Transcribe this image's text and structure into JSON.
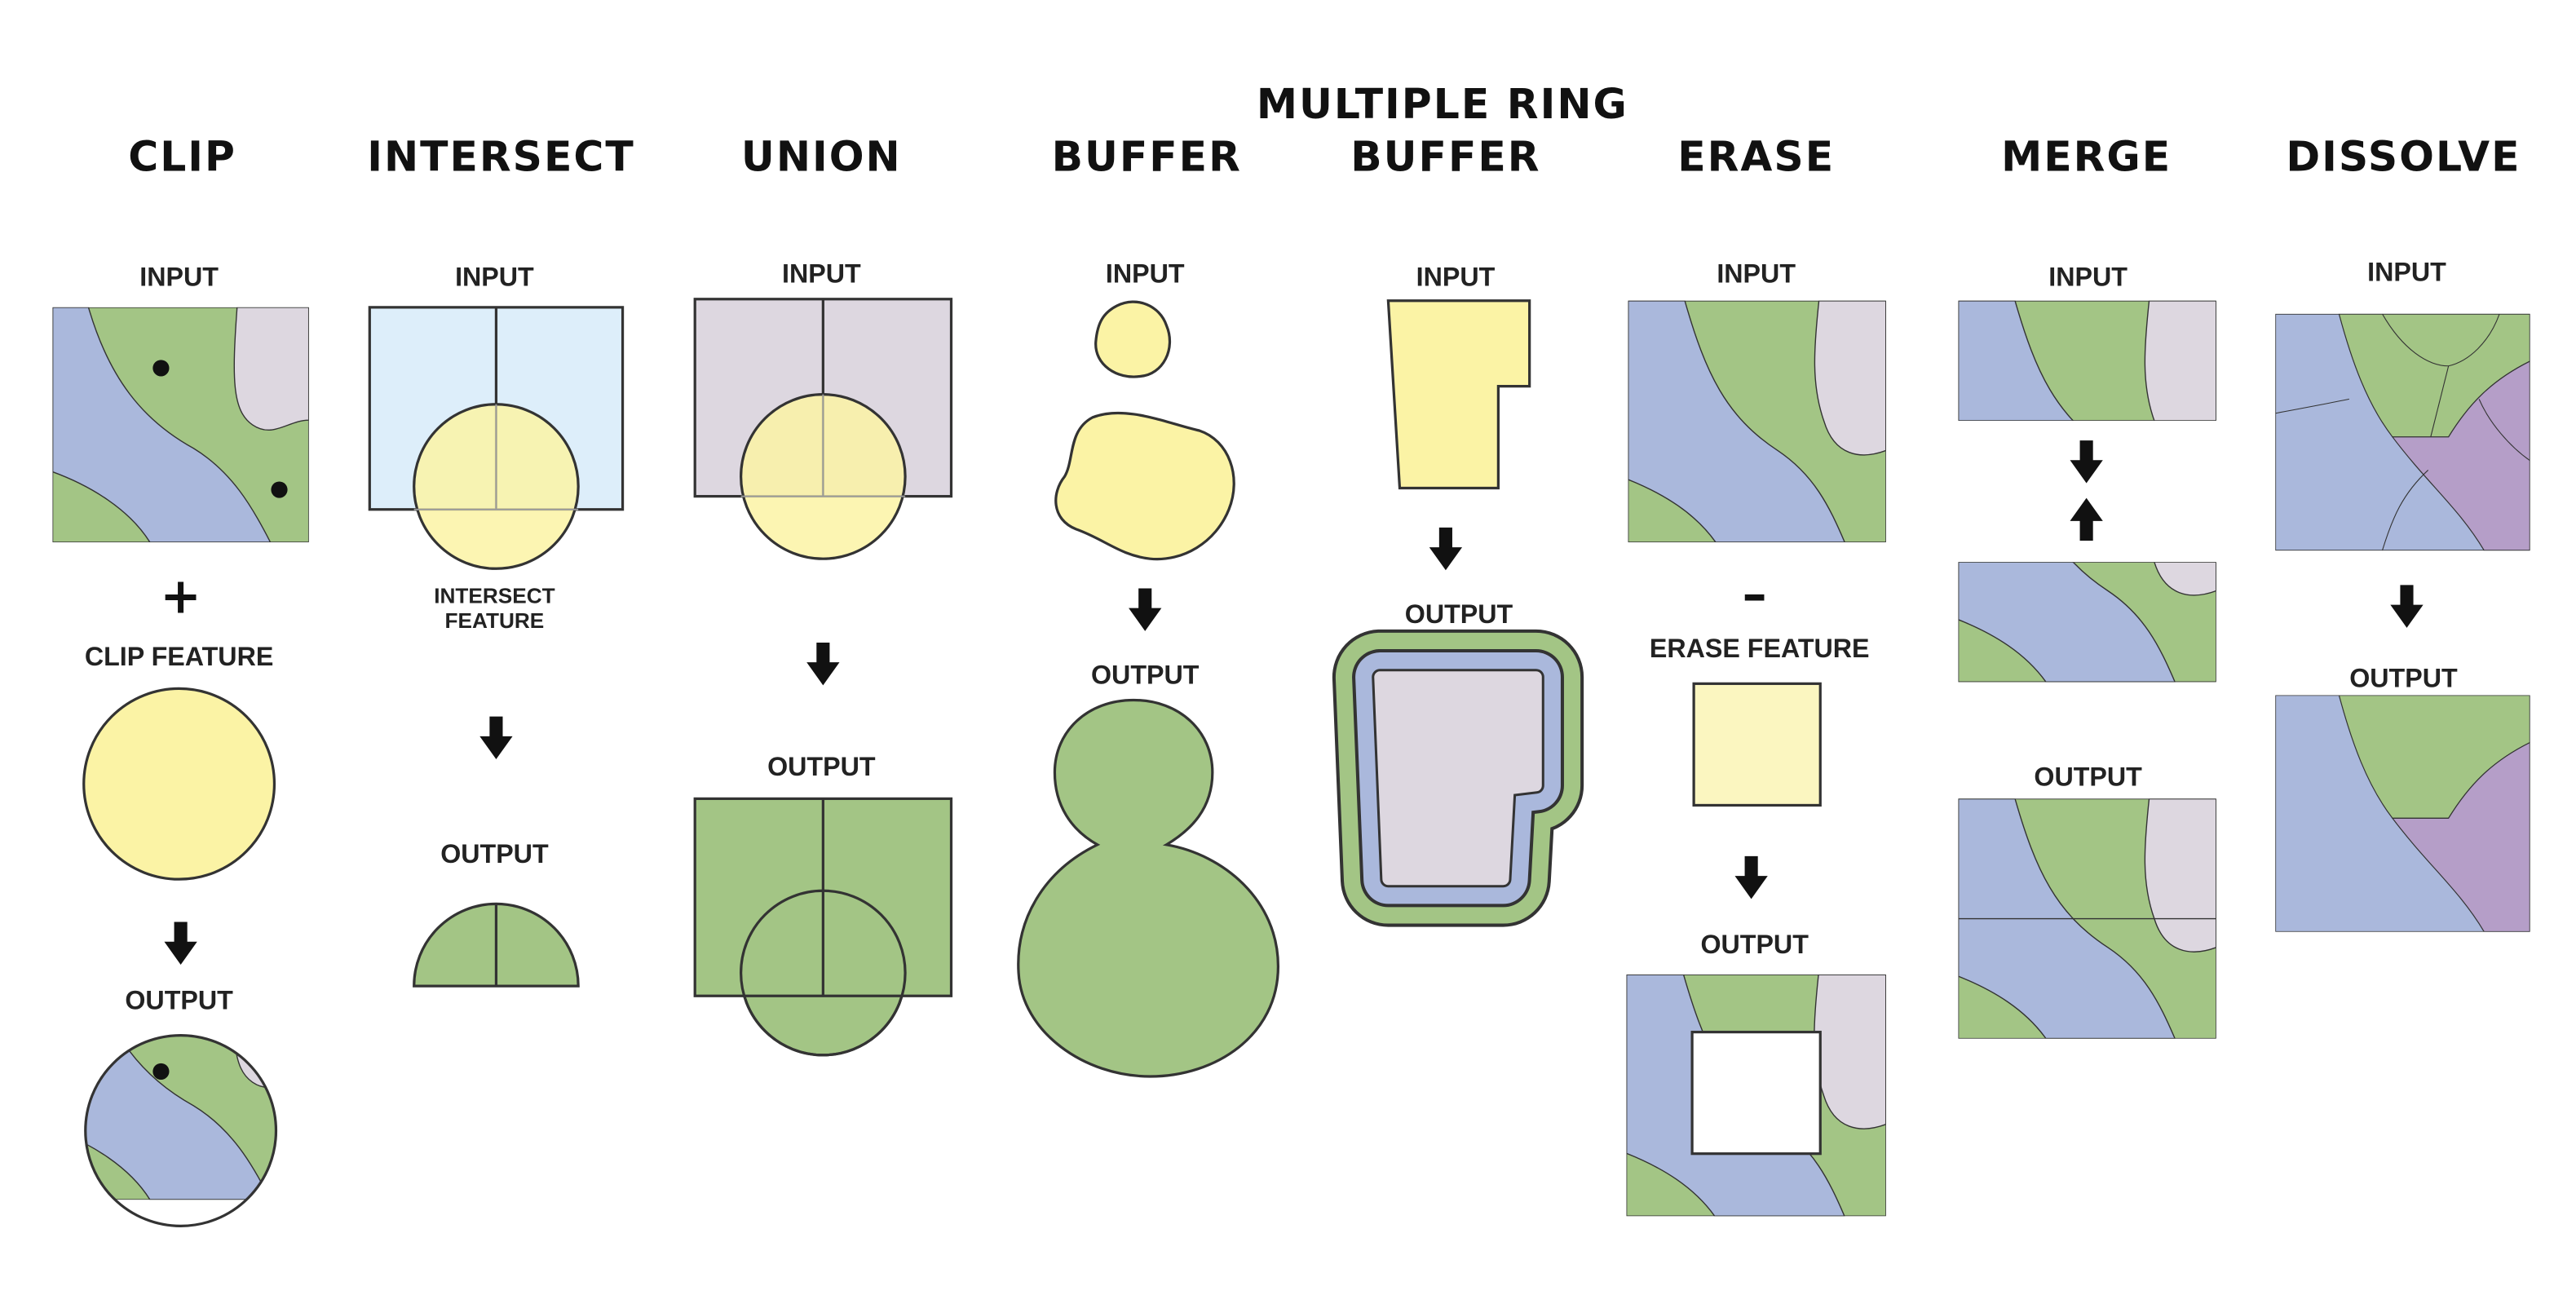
{
  "colors": {
    "green": "#a3c585",
    "blue": "#aab8dc",
    "lavender": "#ddd7e0",
    "yellow": "#fbf3a5",
    "light_blue": "#ddeefa",
    "purple": "#b59ec8",
    "outline": "#333333"
  },
  "columns": {
    "clip": {
      "title": "CLIP",
      "input": "INPUT",
      "operator": "+",
      "feature": "CLIP FEATURE",
      "output": "OUTPUT"
    },
    "intersect": {
      "title": "INTERSECT",
      "input": "INPUT",
      "feature_line1": "INTERSECT",
      "feature_line2": "FEATURE",
      "output": "OUTPUT"
    },
    "union": {
      "title": "UNION",
      "input": "INPUT",
      "output": "OUTPUT"
    },
    "buffer": {
      "title": "BUFFER",
      "input": "INPUT",
      "output": "OUTPUT"
    },
    "multiple_ring_buffer": {
      "title_line1": "MULTIPLE RING",
      "title_line2": "BUFFER",
      "input": "INPUT",
      "output": "OUTPUT"
    },
    "erase": {
      "title": "ERASE",
      "input": "INPUT",
      "operator": "–",
      "feature": "ERASE FEATURE",
      "output": "OUTPUT"
    },
    "merge": {
      "title": "MERGE",
      "input": "INPUT",
      "output": "OUTPUT"
    },
    "dissolve": {
      "title": "DISSOLVE",
      "input": "INPUT",
      "output": "OUTPUT"
    }
  }
}
